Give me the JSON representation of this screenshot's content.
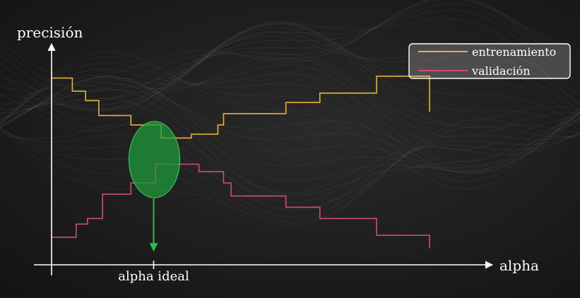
{
  "chart_data": {
    "type": "line",
    "title": "",
    "xlabel": "alpha",
    "ylabel": "precisión",
    "xlim": [
      0,
      100
    ],
    "ylim": [
      0,
      100
    ],
    "annotation": {
      "label": "alpha ideal",
      "x": 27
    },
    "legend": {
      "placement": "top-right"
    },
    "series": [
      {
        "name": "entrenamiento",
        "color": "#e8b13a",
        "step": true,
        "points": [
          [
            0,
            96
          ],
          [
            5.5,
            96
          ],
          [
            5.5,
            89
          ],
          [
            9,
            89
          ],
          [
            9,
            84
          ],
          [
            12.5,
            84
          ],
          [
            12.5,
            76
          ],
          [
            21,
            76
          ],
          [
            21,
            71
          ],
          [
            29,
            71
          ],
          [
            29,
            64
          ],
          [
            37,
            64
          ],
          [
            37,
            66
          ],
          [
            44,
            66
          ],
          [
            44,
            71
          ],
          [
            45.5,
            71
          ],
          [
            45.5,
            77
          ],
          [
            62,
            77
          ],
          [
            62,
            83
          ],
          [
            71,
            83
          ],
          [
            71,
            88
          ],
          [
            86,
            88
          ],
          [
            86,
            97
          ],
          [
            100,
            97
          ],
          [
            100,
            78
          ]
        ]
      },
      {
        "name": "validación",
        "color": "#d24a7c",
        "step": true,
        "points": [
          [
            0,
            11
          ],
          [
            6.5,
            11
          ],
          [
            6.5,
            18
          ],
          [
            9.5,
            18
          ],
          [
            9.5,
            21
          ],
          [
            13.5,
            21
          ],
          [
            13.5,
            34
          ],
          [
            21,
            34
          ],
          [
            21,
            40
          ],
          [
            27.5,
            40
          ],
          [
            27.5,
            50
          ],
          [
            39,
            50
          ],
          [
            39,
            46
          ],
          [
            45.5,
            46
          ],
          [
            45.5,
            40
          ],
          [
            47.5,
            40
          ],
          [
            47.5,
            33
          ],
          [
            62,
            33
          ],
          [
            62,
            27
          ],
          [
            71,
            27
          ],
          [
            71,
            21
          ],
          [
            86,
            21
          ],
          [
            86,
            12
          ],
          [
            100,
            12
          ],
          [
            100,
            5
          ]
        ]
      }
    ],
    "highlight": {
      "shape": "ellipse",
      "color": "#1f9e3c",
      "arrow_color": "#2bbd4a"
    }
  }
}
